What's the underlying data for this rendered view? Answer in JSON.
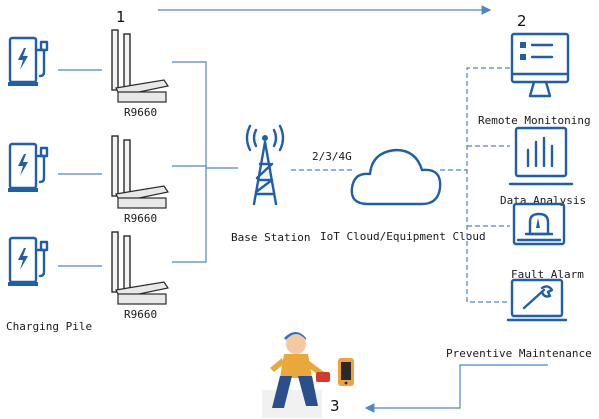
{
  "diagram": {
    "steps": {
      "one": "1",
      "two": "2",
      "three": "3"
    },
    "routers": {
      "label_1": "R9660",
      "label_2": "R9660",
      "label_3": "R9660"
    },
    "charging_pile": "Charging Pile",
    "base_station": "Base Station",
    "network": "2/3/4G",
    "cloud": "IoT Cloud/Equipment Cloud",
    "services": {
      "remote_monitoring": "Remote Monitoning",
      "data_analysis": "Data Analysis",
      "fault_alarm": "Fault Alarm",
      "preventive_maintenance": "Preventive Maintenance"
    }
  },
  "colors": {
    "accent": "#1f5faa",
    "connector": "#4a86c8",
    "worker_shirt": "#e9a83a",
    "worker_pants": "#2b4f8c"
  },
  "icons": [
    "charging-station-icon",
    "router-icon",
    "cell-tower-icon",
    "cloud-icon",
    "monitor-icon",
    "bar-chart-icon",
    "alarm-icon",
    "wrench-screen-icon",
    "technician-icon",
    "smartphone-icon"
  ]
}
